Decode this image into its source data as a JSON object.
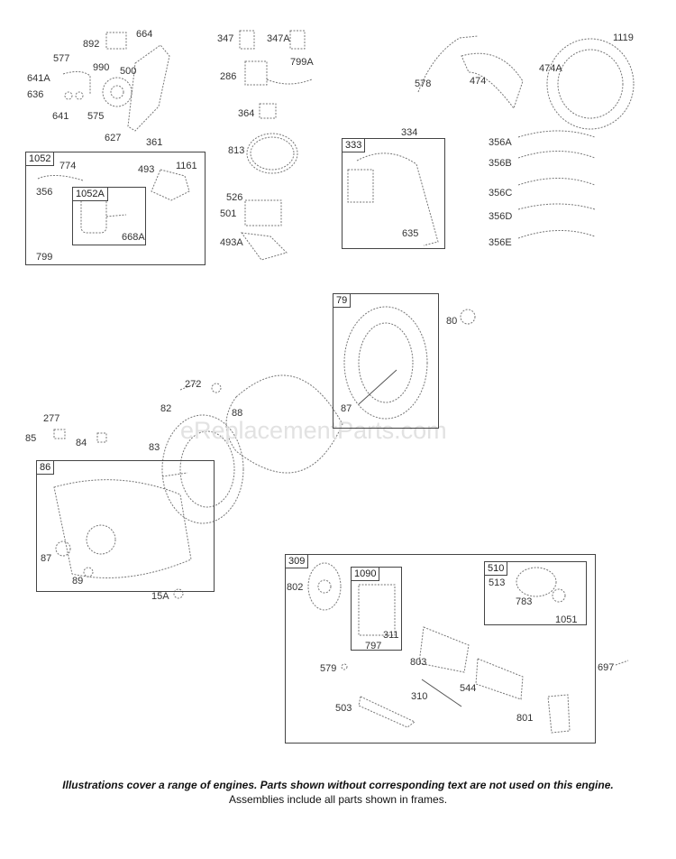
{
  "watermark": "eReplacementParts.com",
  "labels": [
    "892",
    "664",
    "577",
    "990",
    "500",
    "641A",
    "636",
    "641",
    "575",
    "627",
    "361",
    "774",
    "356",
    "493",
    "1161",
    "668A",
    "799",
    "347",
    "347A",
    "286",
    "799A",
    "364",
    "813",
    "526",
    "501",
    "493A",
    "334",
    "635",
    "578",
    "474",
    "474A",
    "1119",
    "356A",
    "356B",
    "356C",
    "356D",
    "356E",
    "80",
    "87",
    "272",
    "82",
    "88",
    "277",
    "85",
    "84",
    "83",
    "87",
    "89",
    "15A",
    "802",
    "311",
    "797",
    "513",
    "783",
    "1051",
    "803",
    "579",
    "697",
    "544",
    "310",
    "503",
    "801"
  ],
  "frames": [
    "1052",
    "1052A",
    "333",
    "79",
    "86",
    "309",
    "1090",
    "510"
  ],
  "footer": {
    "note": "Illustrations cover a range of engines. Parts shown without corresponding text are not used on this engine.",
    "assemblies": "Assemblies include all parts shown in frames."
  }
}
